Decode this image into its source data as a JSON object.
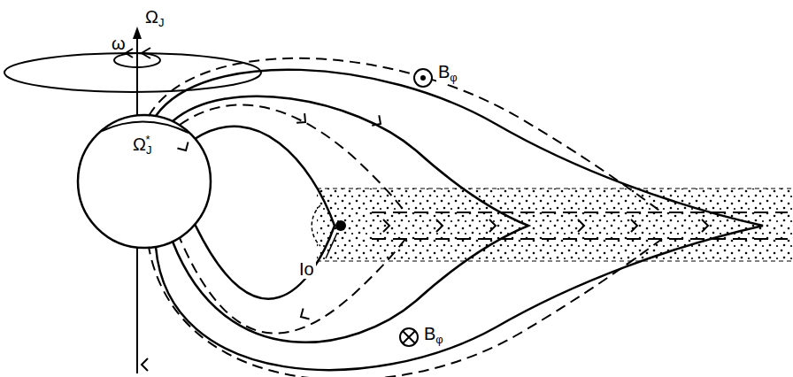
{
  "diagram": {
    "labels": [
      "ΩJ",
      "ω",
      "ΩJ*",
      "Bφ",
      "Io",
      "Bφ"
    ]
  }
}
